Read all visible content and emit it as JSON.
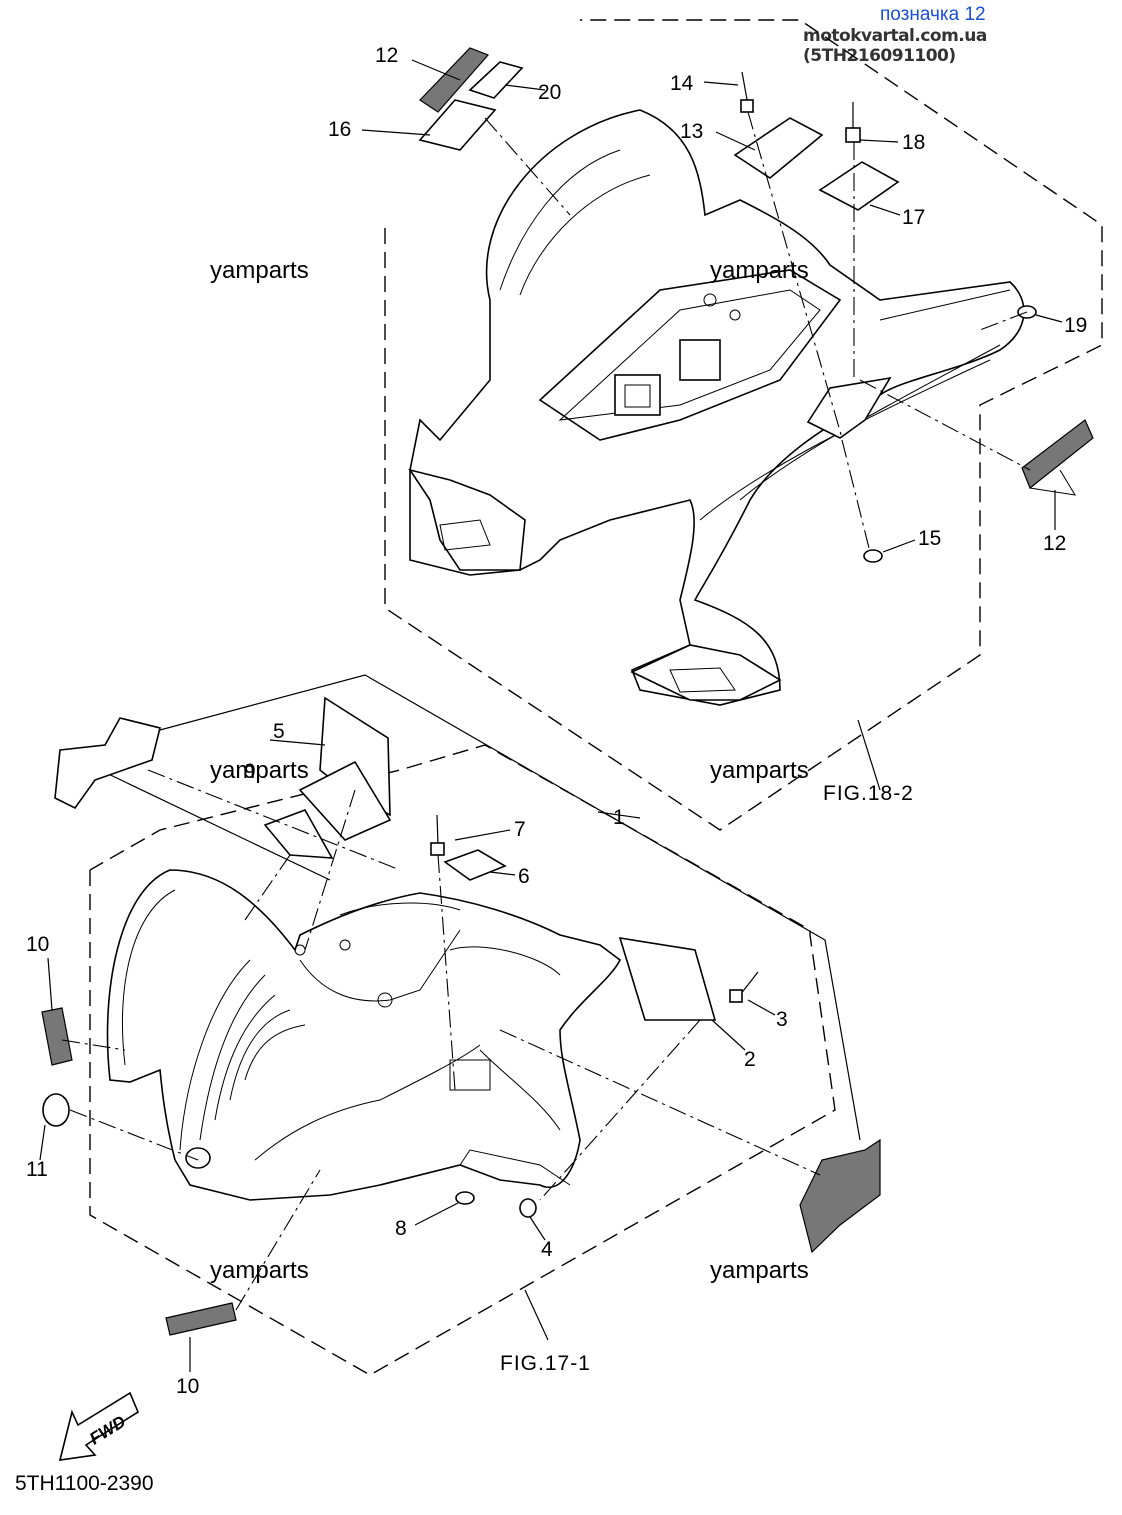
{
  "header": {
    "marker_label": "позначка 12",
    "site_line": "motokvartal.com.ua (5TH216091100)"
  },
  "watermark": "yamparts",
  "figures": {
    "rear": "FIG.18-2",
    "front": "FIG.17-1"
  },
  "diagram_code": "5TH1100-2390",
  "fwd_label": "FWD",
  "callouts": {
    "c1": "1",
    "c2": "2",
    "c3": "3",
    "c4": "4",
    "c5": "5",
    "c6": "6",
    "c7": "7",
    "c8": "8",
    "c9": "9",
    "c10a": "10",
    "c10b": "10",
    "c11": "11",
    "c12a": "12",
    "c12b": "12",
    "c13": "13",
    "c14": "14",
    "c15": "15",
    "c16": "16",
    "c17": "17",
    "c18": "18",
    "c19": "19",
    "c20": "20"
  },
  "colors": {
    "marker_text": "#1a4fd6",
    "line": "#000000",
    "background": "#ffffff"
  }
}
